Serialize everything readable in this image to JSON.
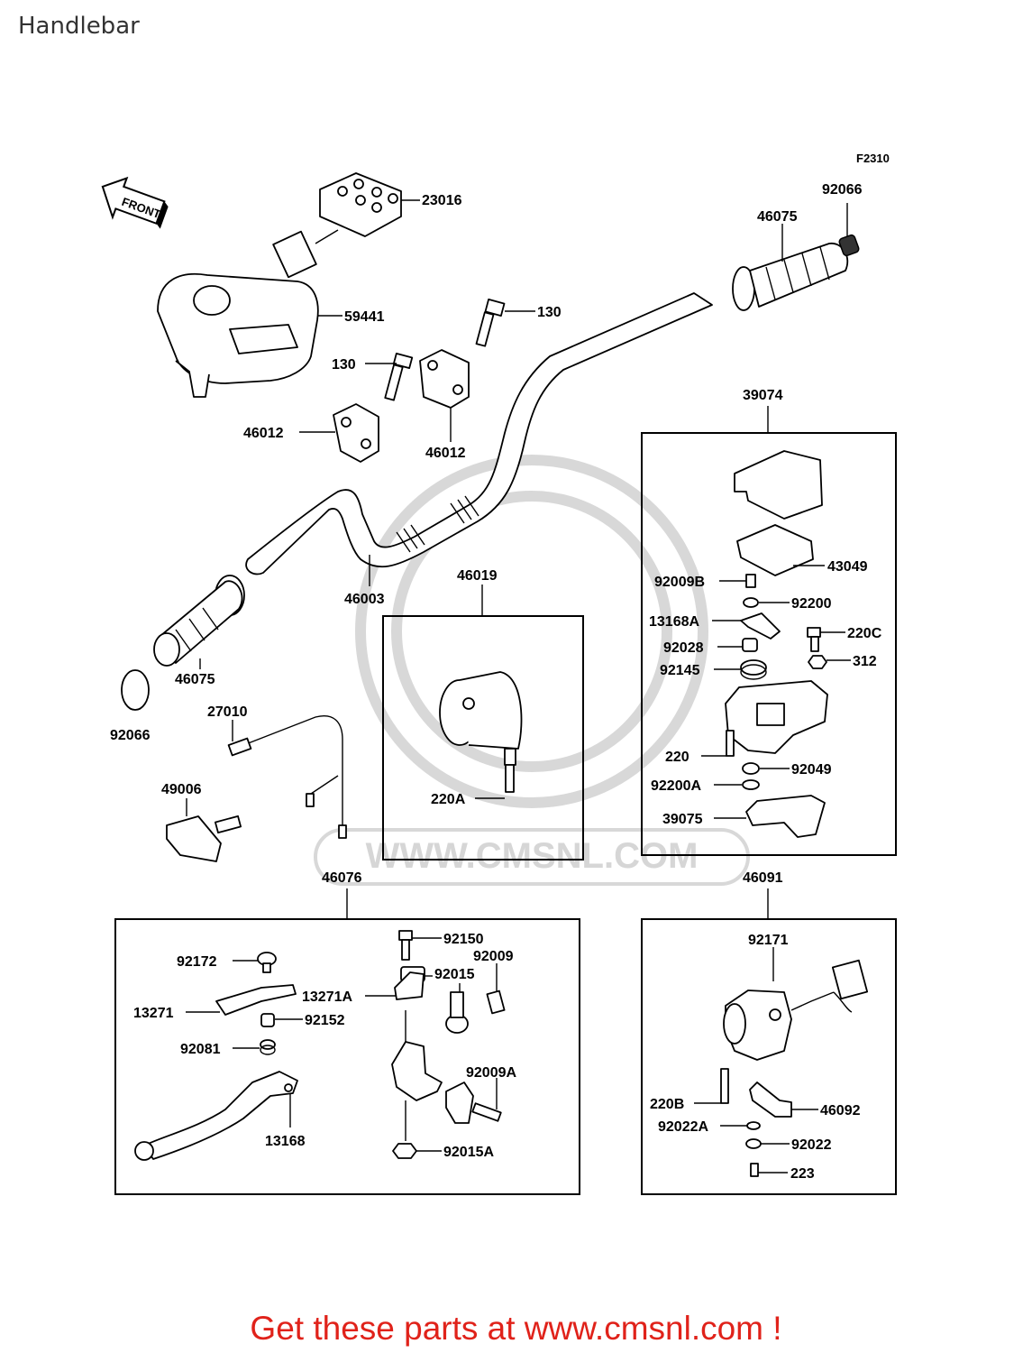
{
  "page_title": "Handlebar",
  "diagram_code": "F2310",
  "front_label": "FRONT",
  "watermark": "WWW.CMSNL.COM",
  "footer_text": "Get these parts at www.cmsnl.com !",
  "parts": {
    "p23016": "23016",
    "p59441": "59441",
    "p130_a": "130",
    "p130_b": "130",
    "p46012_a": "46012",
    "p46012_b": "46012",
    "p46075_a": "46075",
    "p46075_b": "46075",
    "p92066_a": "92066",
    "p92066_b": "92066",
    "p46003": "46003",
    "p27010": "27010",
    "p49006": "49006",
    "p46019": "46019",
    "p220A": "220A",
    "p39074": "39074",
    "p43049": "43049",
    "p92009B": "92009B",
    "p92200": "92200",
    "p13168A": "13168A",
    "p220C": "220C",
    "p92028": "92028",
    "p312": "312",
    "p92145": "92145",
    "p220": "220",
    "p92049": "92049",
    "p92200A": "92200A",
    "p39075": "39075",
    "p46076": "46076",
    "p92172": "92172",
    "p92150": "92150",
    "p92009": "92009",
    "p92015": "92015",
    "p13271A": "13271A",
    "p13271": "13271",
    "p92152": "92152",
    "p92081": "92081",
    "p92009A": "92009A",
    "p13168": "13168",
    "p92015A": "92015A",
    "p46091": "46091",
    "p92171": "92171",
    "p220B": "220B",
    "p46092": "46092",
    "p92022A": "92022A",
    "p92022": "92022",
    "p223": "223"
  }
}
